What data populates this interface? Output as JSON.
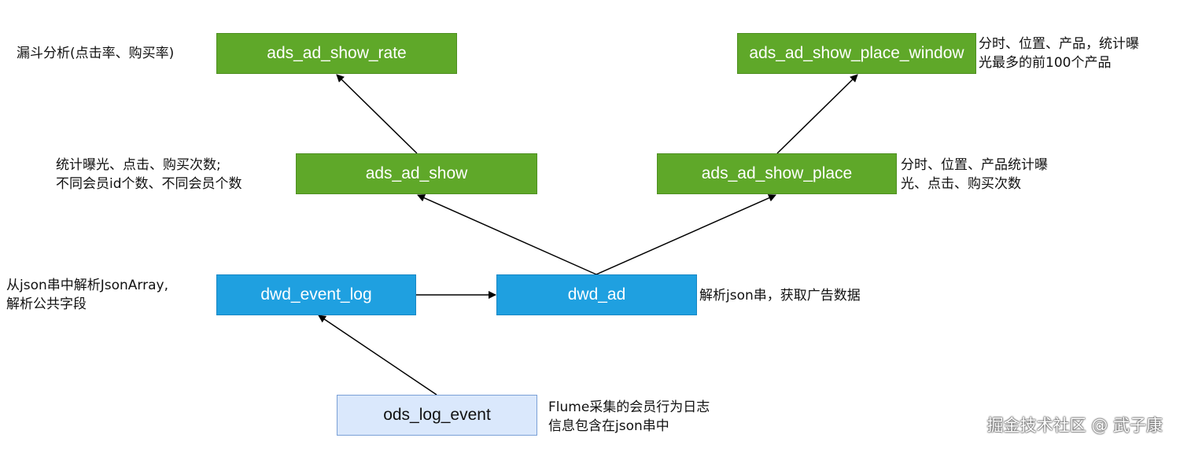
{
  "nodes": {
    "ads_ad_show_rate": "ads_ad_show_rate",
    "ads_ad_show_place_window": "ads_ad_show_place_window",
    "ads_ad_show": "ads_ad_show",
    "ads_ad_show_place": "ads_ad_show_place",
    "dwd_event_log": "dwd_event_log",
    "dwd_ad": "dwd_ad",
    "ods_log_event": "ods_log_event"
  },
  "notes": {
    "funnel": [
      "漏斗分析(点击率、购买率)"
    ],
    "window": [
      "分时、位置、产品，统计曝",
      "光最多的前100个产品"
    ],
    "show": [
      "统计曝光、点击、购买次数;",
      "不同会员id个数、不同会员个数"
    ],
    "place": [
      "分时、位置、产品统计曝",
      "光、点击、购买次数"
    ],
    "event_log": [
      "从json串中解析JsonArray,",
      "解析公共字段"
    ],
    "ad": [
      "解析json串，获取广告数据"
    ],
    "ods": [
      "Flume采集的会员行为日志",
      "信息包含在json串中"
    ]
  },
  "watermark": "掘金技术社区 @ 武子康",
  "colors": {
    "ads": "#5fa829",
    "dwd": "#1fa0e0",
    "ods": "#dae8fc",
    "arrow": "#000000"
  }
}
